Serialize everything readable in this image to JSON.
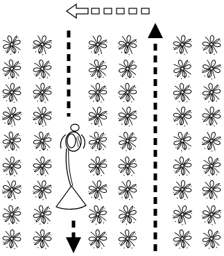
{
  "diagram": {
    "subject": "planting-rows-with-sprayer",
    "icons": {
      "plant": "flower-plant-icon",
      "operator": "sprayer-operator-icon",
      "arrow_up": "arrow-up-icon",
      "arrow_down": "arrow-down-icon",
      "arrow_left": "arrow-left-outline-icon"
    },
    "plant_grid": {
      "columns": 6,
      "rows": 9
    },
    "travel_direction": [
      "down",
      "up",
      "left"
    ],
    "colors": {
      "ink": "#000000",
      "background": "#ffffff"
    }
  }
}
